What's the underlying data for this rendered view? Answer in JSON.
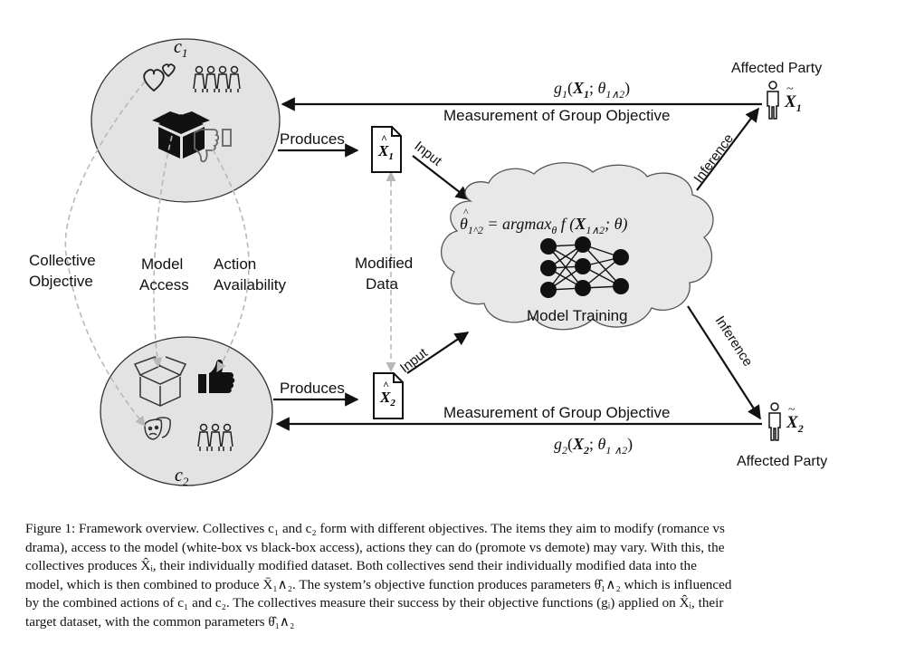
{
  "figure": {
    "collective1": {
      "label_base": "c",
      "label_sub": "1"
    },
    "collective2": {
      "label_base": "c",
      "label_sub": "2"
    },
    "edge_labels": {
      "collective_objective": [
        "Collective",
        "Objective"
      ],
      "model_access": [
        "Model",
        "Access"
      ],
      "action_availability": [
        "Action",
        "Availability"
      ],
      "modified_data": [
        "Modified",
        "Data"
      ],
      "produces_top": "Produces",
      "produces_bottom": "Produces",
      "input_top": "Input",
      "input_bottom": "Input",
      "inference_top": "Inference",
      "inference_bottom": "Inference",
      "measurement_top": "Measurement of Group Objective",
      "measurement_bottom": "Measurement of Group Objective"
    },
    "dataset1": {
      "symbol": "X",
      "sub": "1"
    },
    "dataset2": {
      "symbol": "X",
      "sub": "2"
    },
    "cloud": {
      "equation_lhs": "θ",
      "equation_lhs_sub": "1^2",
      "equation_eq": " = argmax",
      "equation_theta_sub": "θ",
      "equation_f": " f (",
      "equation_X": "X",
      "equation_X_sub": "1∧2",
      "equation_tail": "; θ)",
      "label": "Model Training"
    },
    "affected_top": {
      "title": "Affected Party",
      "symbol": "X",
      "sub": "1"
    },
    "affected_bottom": {
      "title": "Affected Party",
      "symbol": "X",
      "sub": "2"
    },
    "g_top": {
      "g": "g",
      "g_sub": "1",
      "X": "X",
      "X_sub": "1",
      "theta": "θ",
      "theta_sub": "1∧2"
    },
    "g_bottom": {
      "g": "g",
      "g_sub": "2",
      "X": "X",
      "X_sub": "2",
      "theta": "θ",
      "theta_sub": "1 ∧2"
    }
  },
  "caption": {
    "lines": [
      "Figure 1: Framework overview. Collectives c₁ and c₂ form with different objectives. The items they aim to modify (romance vs",
      "drama), access to the model (white-box vs black-box access), actions they can do (promote vs demote) may vary. With this, the",
      "collectives produces X̂ᵢ, their individually modified dataset. Both collectives send their individually modified data into the",
      "model, which is then combined to produce X̄₁∧₂. The system’s objective function produces parameters θ̂₁∧₂ which is influenced",
      "by the combined actions of c₁ and c₂. The collectives measure their success by their objective functions (gᵢ) applied on X̂ᵢ, their",
      "target dataset, with the common parameters θ̂₁∧₂"
    ]
  },
  "colors": {
    "ellipse_fill": "#e3e3e3",
    "cloud_fill": "#e8e8e8",
    "dashed": "#b8b8b8",
    "ink": "#111111"
  }
}
